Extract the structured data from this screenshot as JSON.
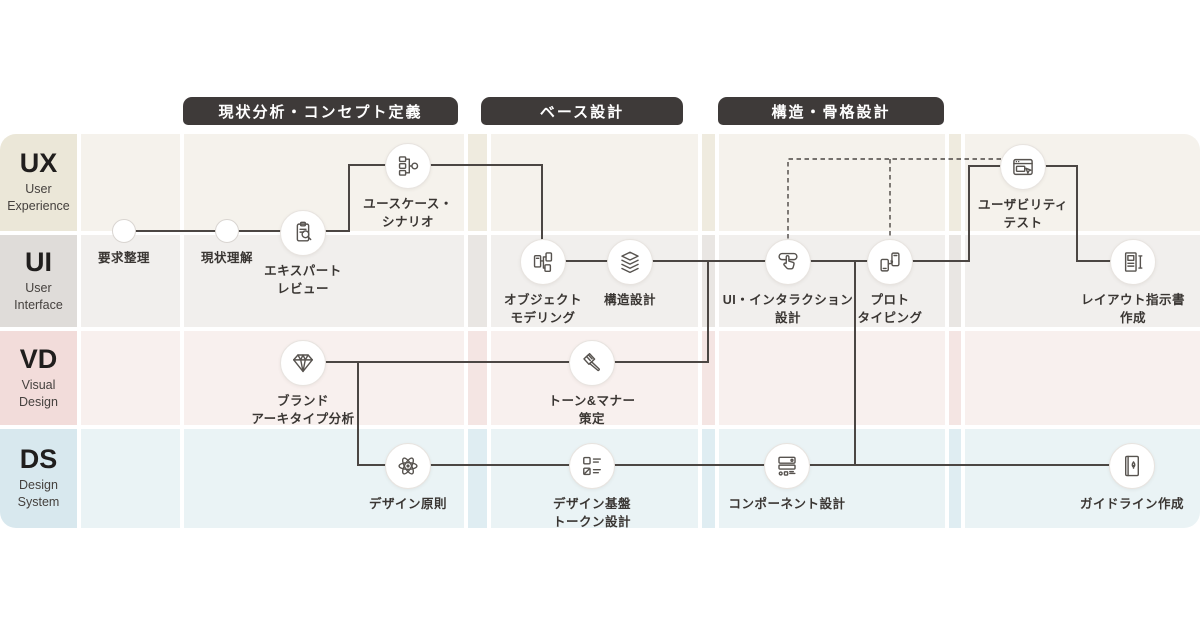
{
  "diagram": {
    "phases": [
      {
        "label": "現状分析・コンセプト定義"
      },
      {
        "label": "ベース設計"
      },
      {
        "label": "構造・骨格設計"
      }
    ],
    "lanes": [
      {
        "abbr": "UX",
        "name": "User\nExperience",
        "label_bg": "#ebe7d8",
        "row_bg": "#f5f2ec",
        "spacer_bg": "#efebdf"
      },
      {
        "abbr": "UI",
        "name": "User\nInterface",
        "label_bg": "#dfdcd9",
        "row_bg": "#f1efed",
        "spacer_bg": "#e9e6e3"
      },
      {
        "abbr": "VD",
        "name": "Visual\nDesign",
        "label_bg": "#f2dcda",
        "row_bg": "#f8f0ee",
        "spacer_bg": "#f4e5e3"
      },
      {
        "abbr": "DS",
        "name": "Design\nSystem",
        "label_bg": "#d8e8ee",
        "row_bg": "#eaf3f5",
        "spacer_bg": "#dfedf2"
      }
    ],
    "nodes": [
      {
        "label": "要求整理",
        "icon": "dot"
      },
      {
        "label": "現状理解",
        "icon": "dot"
      },
      {
        "label": "エキスパート\nレビュー",
        "icon": "clipboard-search"
      },
      {
        "label": "ユースケース・\nシナリオ",
        "icon": "usecase-flow"
      },
      {
        "label": "オブジェクト\nモデリング",
        "icon": "object-model"
      },
      {
        "label": "構造設計",
        "icon": "layers"
      },
      {
        "label": "UI・インタラクション\n設計",
        "icon": "tap-hand"
      },
      {
        "label": "プロト\nタイピング",
        "icon": "devices"
      },
      {
        "label": "ユーザビリティ\nテスト",
        "icon": "browser-cursor"
      },
      {
        "label": "レイアウト指示書\n作成",
        "icon": "layout-spec"
      },
      {
        "label": "ブランド\nアーキタイプ分析",
        "icon": "gem"
      },
      {
        "label": "トーン&マナー\n策定",
        "icon": "paint-brush"
      },
      {
        "label": "デザイン原則",
        "icon": "atom"
      },
      {
        "label": "デザイン基盤\nトークン設計",
        "icon": "token-list"
      },
      {
        "label": "コンポーネント設計",
        "icon": "components"
      },
      {
        "label": "ガイドライン作成",
        "icon": "guideline-book"
      }
    ],
    "colors": {
      "page_bg": "#ffffff",
      "header_bg": "#3e3a39",
      "header_text": "#ffffff",
      "connector": "#4b4643",
      "node_border": "#e8e4e0",
      "icon_stroke": "#57534f",
      "label_text": "#3a3633"
    }
  }
}
